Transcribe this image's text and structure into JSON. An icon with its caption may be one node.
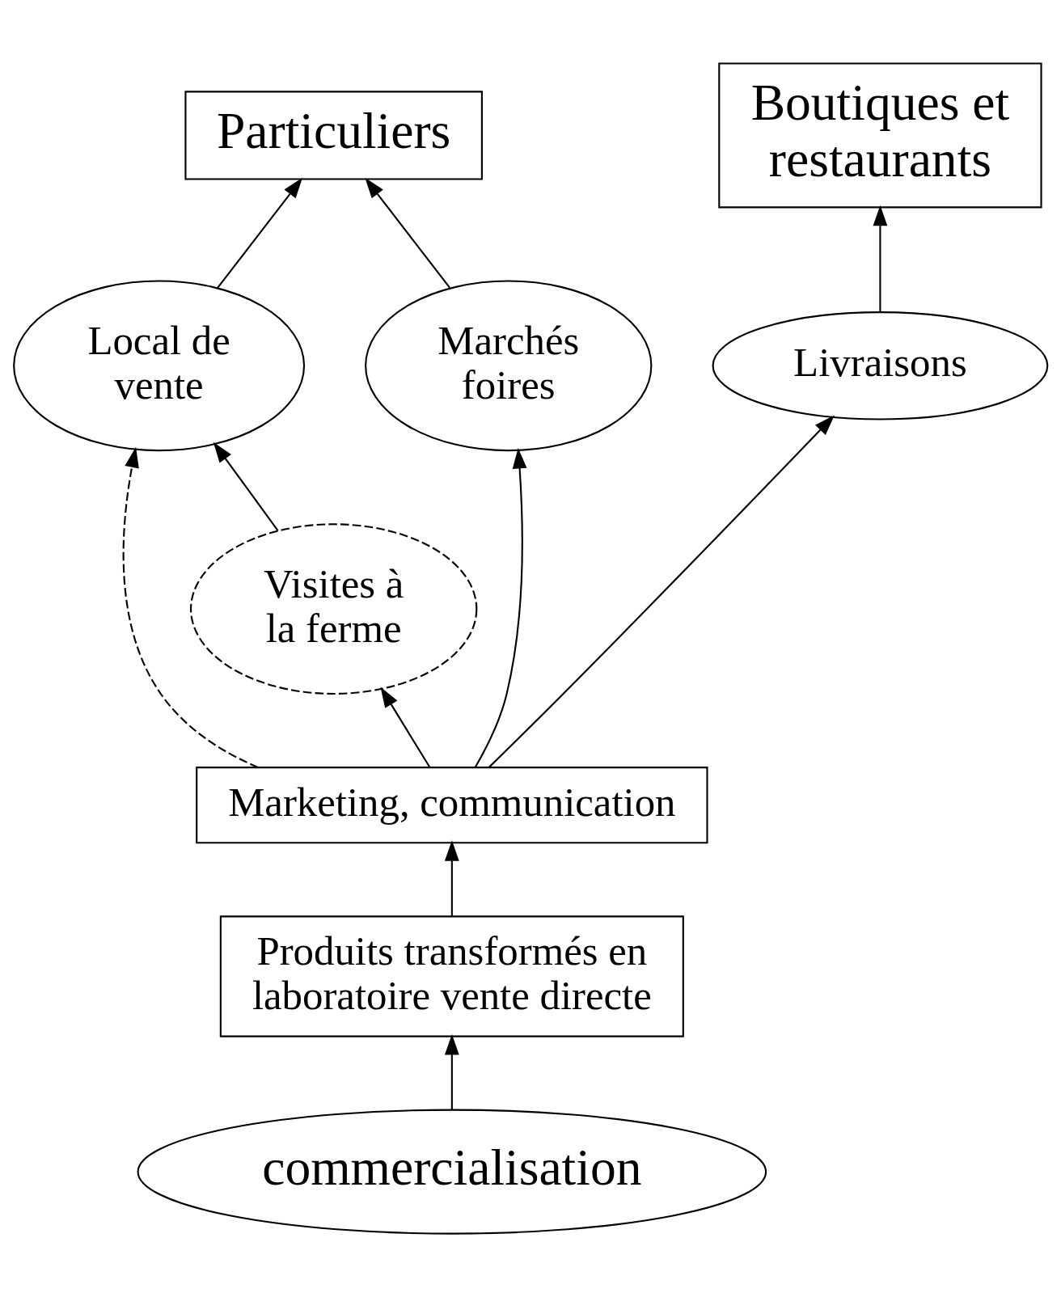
{
  "diagram": {
    "nodes": [
      {
        "text": [
          "Particuliers"
        ]
      },
      {
        "text": [
          "Boutiques et restaurants"
        ]
      },
      {
        "text": [
          "Local de vente"
        ]
      },
      {
        "text": [
          "Marchés foires"
        ]
      },
      {
        "text": [
          "Livraisons"
        ]
      },
      {
        "text": [
          "Visites à la ferme"
        ]
      },
      {
        "text": [
          "Marketing, communication"
        ]
      },
      {
        "text": [
          "Produits transformés en laboratoire vente directe"
        ]
      },
      {
        "text": [
          "commercialisation"
        ]
      }
    ],
    "edges": [
      {
        "from": 8,
        "to": 7,
        "arrow": "to"
      },
      {
        "from": 7,
        "to": 6,
        "arrow": "to"
      },
      {
        "from": 6,
        "to": 5,
        "arrow": "to"
      },
      {
        "from": 6,
        "to": 2,
        "arrow": "to",
        "style": "dashed"
      },
      {
        "from": 6,
        "to": 3,
        "arrow": "to"
      },
      {
        "from": 6,
        "to": 4,
        "arrow": "to"
      },
      {
        "from": 5,
        "to": 2,
        "arrow": "to"
      },
      {
        "from": 2,
        "to": 0,
        "arrow": "to"
      },
      {
        "from": 3,
        "to": 0,
        "arrow": "to"
      },
      {
        "from": 4,
        "to": 1,
        "arrow": "to"
      }
    ]
  }
}
